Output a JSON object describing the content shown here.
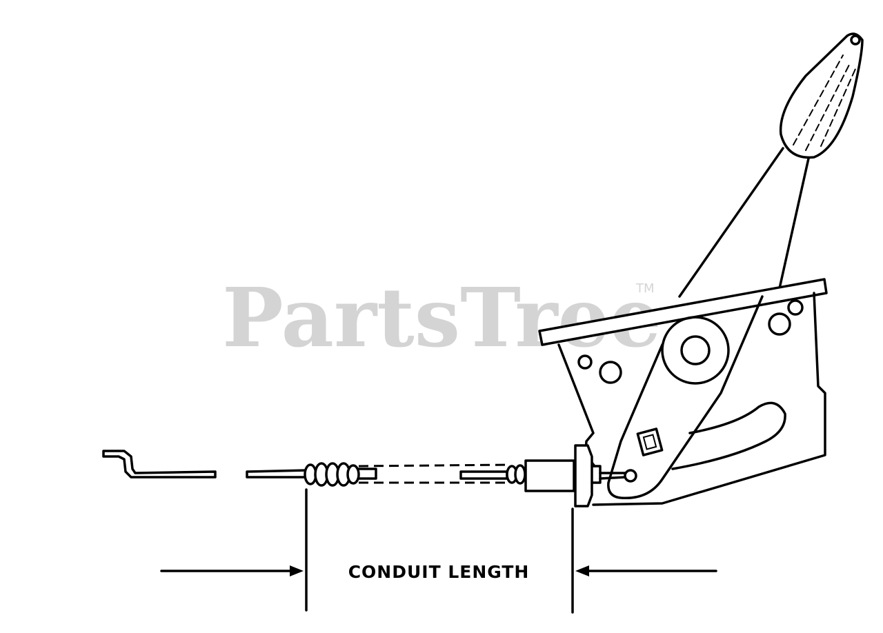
{
  "diagram": {
    "dimension_label": "CONDUIT LENGTH"
  },
  "watermark": {
    "text": "PartsTree",
    "trademark": "TM"
  },
  "colors": {
    "ink": "#000000",
    "paper": "#ffffff",
    "watermark": "#d4d4d4"
  }
}
